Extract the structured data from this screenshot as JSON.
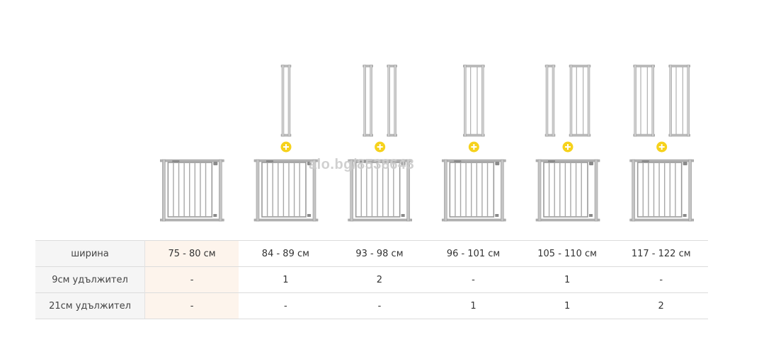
{
  "watermark": "alo.bg/8538643",
  "colors": {
    "plus": "#f6d21c",
    "gate": "#9a9a9a",
    "highlight": "#fdf4ec",
    "label_bg": "#f5f5f5"
  },
  "icons": [
    "gate-icon",
    "extension-icon",
    "plus-icon"
  ],
  "columns": [
    {
      "ext9": 0,
      "ext21": 0
    },
    {
      "ext9": 1,
      "ext21": 0
    },
    {
      "ext9": 2,
      "ext21": 0
    },
    {
      "ext9": 0,
      "ext21": 1
    },
    {
      "ext9": 1,
      "ext21": 1
    },
    {
      "ext9": 0,
      "ext21": 2
    }
  ],
  "table": {
    "rows": [
      {
        "label": "ширина",
        "cells": [
          "75 - 80 см",
          "84 - 89 см",
          "93 - 98 см",
          "96 - 101 см",
          "105 - 110 см",
          "117 - 122 см"
        ]
      },
      {
        "label": "9см удължител",
        "cells": [
          "-",
          "1",
          "2",
          "-",
          "1",
          "-"
        ]
      },
      {
        "label": "21см удължител",
        "cells": [
          "-",
          "-",
          "-",
          "1",
          "1",
          "2"
        ]
      }
    ]
  }
}
